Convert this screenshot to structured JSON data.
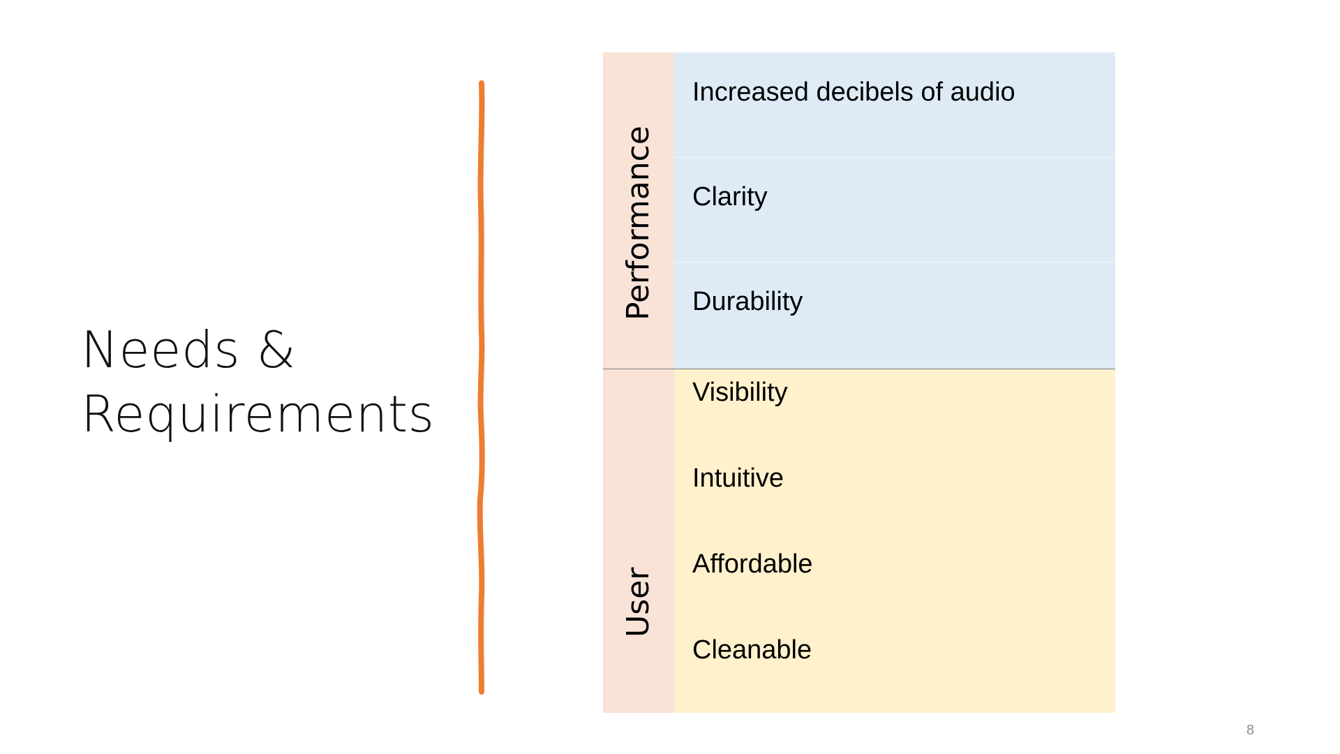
{
  "slide": {
    "title_lines": [
      "Needs &",
      "Requirements"
    ],
    "page_number": "8",
    "colors": {
      "bracket": "#ED7D31",
      "category_fill": "#F9E3D7",
      "performance_fill": "#DEEBF7",
      "user_fill": "#FFF1CC",
      "divider": "#7F7F7F"
    }
  },
  "table": {
    "groups": [
      {
        "category": "Performance",
        "items": [
          "Increased decibels of audio",
          "Clarity",
          "Durability"
        ]
      },
      {
        "category": "User",
        "items": [
          "Visibility",
          "Intuitive",
          "Affordable",
          "Cleanable"
        ]
      }
    ]
  }
}
